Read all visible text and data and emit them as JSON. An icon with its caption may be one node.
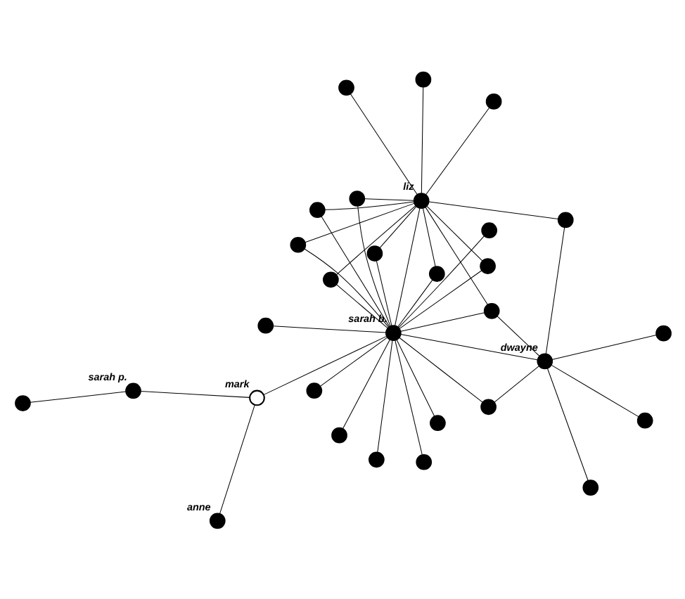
{
  "diagram": {
    "nodes": [
      {
        "text": [],
        "shape": "circle",
        "beside": [
          "mark"
        ]
      },
      {
        "text": [],
        "shape": "circle",
        "beside": [
          "anne"
        ]
      },
      {
        "text": [],
        "shape": "circle",
        "beside": [
          "sarah p."
        ]
      },
      {
        "text": [],
        "shape": "circle"
      },
      {
        "text": [],
        "shape": "circle",
        "beside": [
          "dwayne"
        ]
      },
      {
        "text": [],
        "shape": "circle",
        "beside": [
          "sarah b."
        ]
      },
      {
        "text": [],
        "shape": "circle",
        "beside": [
          "liz"
        ]
      },
      {
        "text": [],
        "shape": "circle"
      },
      {
        "text": [],
        "shape": "circle"
      },
      {
        "text": [],
        "shape": "circle"
      },
      {
        "text": [],
        "shape": "circle"
      },
      {
        "text": [],
        "shape": "circle"
      },
      {
        "text": [],
        "shape": "circle"
      },
      {
        "text": [],
        "shape": "circle"
      },
      {
        "text": [],
        "shape": "circle"
      },
      {
        "text": [],
        "shape": "circle"
      },
      {
        "text": [],
        "shape": "circle"
      },
      {
        "text": [],
        "shape": "circle"
      },
      {
        "text": [],
        "shape": "circle"
      },
      {
        "text": [],
        "shape": "circle"
      },
      {
        "text": [],
        "shape": "circle"
      },
      {
        "text": [],
        "shape": "circle"
      },
      {
        "text": [],
        "shape": "circle"
      },
      {
        "text": [],
        "shape": "circle"
      },
      {
        "text": [],
        "shape": "circle"
      },
      {
        "text": [],
        "shape": "circle"
      },
      {
        "text": [],
        "shape": "circle"
      },
      {
        "text": [],
        "shape": "circle"
      },
      {
        "text": [],
        "shape": "circle"
      },
      {
        "text": [],
        "shape": "circle"
      }
    ],
    "edges": [
      {
        "from": 0,
        "to": 1,
        "arrow": "none"
      },
      {
        "from": 0,
        "to": 2,
        "arrow": "none"
      },
      {
        "from": 2,
        "to": 3,
        "arrow": "none"
      },
      {
        "from": 4,
        "to": 7,
        "arrow": "none"
      },
      {
        "from": 4,
        "to": 8,
        "arrow": "none"
      },
      {
        "from": 4,
        "to": 9,
        "arrow": "none"
      },
      {
        "from": 4,
        "to": 17,
        "arrow": "none"
      },
      {
        "from": 4,
        "to": 20,
        "arrow": "none"
      },
      {
        "from": 4,
        "to": 5,
        "arrow": "none"
      },
      {
        "from": 4,
        "to": 11,
        "arrow": "none"
      },
      {
        "from": 5,
        "to": 10,
        "arrow": "none"
      },
      {
        "from": 5,
        "to": 11,
        "arrow": "none"
      },
      {
        "from": 5,
        "to": 12,
        "arrow": "none"
      },
      {
        "from": 5,
        "to": 13,
        "arrow": "none"
      },
      {
        "from": 5,
        "to": 14,
        "arrow": "none"
      },
      {
        "from": 5,
        "to": 15,
        "arrow": "none"
      },
      {
        "from": 5,
        "to": 16,
        "arrow": "none"
      },
      {
        "from": 5,
        "to": 25,
        "arrow": "none"
      },
      {
        "from": 5,
        "to": 26,
        "arrow": "none"
      },
      {
        "from": 5,
        "to": 27,
        "arrow": "none"
      },
      {
        "from": 5,
        "to": 28,
        "arrow": "none"
      },
      {
        "from": 5,
        "to": 29,
        "arrow": "none"
      },
      {
        "from": 5,
        "to": 17,
        "arrow": "none"
      },
      {
        "from": 5,
        "to": 0,
        "arrow": "none"
      },
      {
        "from": 5,
        "to": 18,
        "arrow": "none"
      },
      {
        "from": 5,
        "to": 19,
        "arrow": "none"
      },
      {
        "from": 5,
        "to": 21,
        "arrow": "none"
      },
      {
        "from": 5,
        "to": 6,
        "arrow": "none"
      },
      {
        "from": 17,
        "to": 6,
        "arrow": "none"
      },
      {
        "from": 18,
        "to": 6,
        "arrow": "none"
      },
      {
        "from": 19,
        "to": 6,
        "arrow": "none"
      },
      {
        "from": 20,
        "to": 6,
        "arrow": "none"
      },
      {
        "from": 6,
        "to": 22,
        "arrow": "none"
      },
      {
        "from": 6,
        "to": 23,
        "arrow": "none"
      },
      {
        "from": 6,
        "to": 24,
        "arrow": "none"
      },
      {
        "from": 25,
        "to": 6,
        "arrow": "none"
      },
      {
        "from": 26,
        "to": 6,
        "arrow": "none"
      },
      {
        "from": 27,
        "to": 6,
        "arrow": "none"
      },
      {
        "from": 28,
        "to": 6,
        "arrow": "none"
      },
      {
        "from": 29,
        "to": 6,
        "arrow": "none"
      }
    ]
  }
}
